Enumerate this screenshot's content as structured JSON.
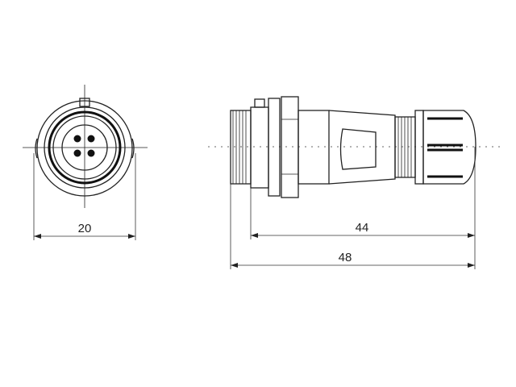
{
  "drawing": {
    "front_view": {
      "pins": 4,
      "dimensions": {
        "width": "20"
      }
    },
    "side_view": {
      "dimensions": {
        "body_length": "44",
        "overall_length": "48"
      }
    },
    "line_color": "#222222",
    "background": "#ffffff"
  }
}
